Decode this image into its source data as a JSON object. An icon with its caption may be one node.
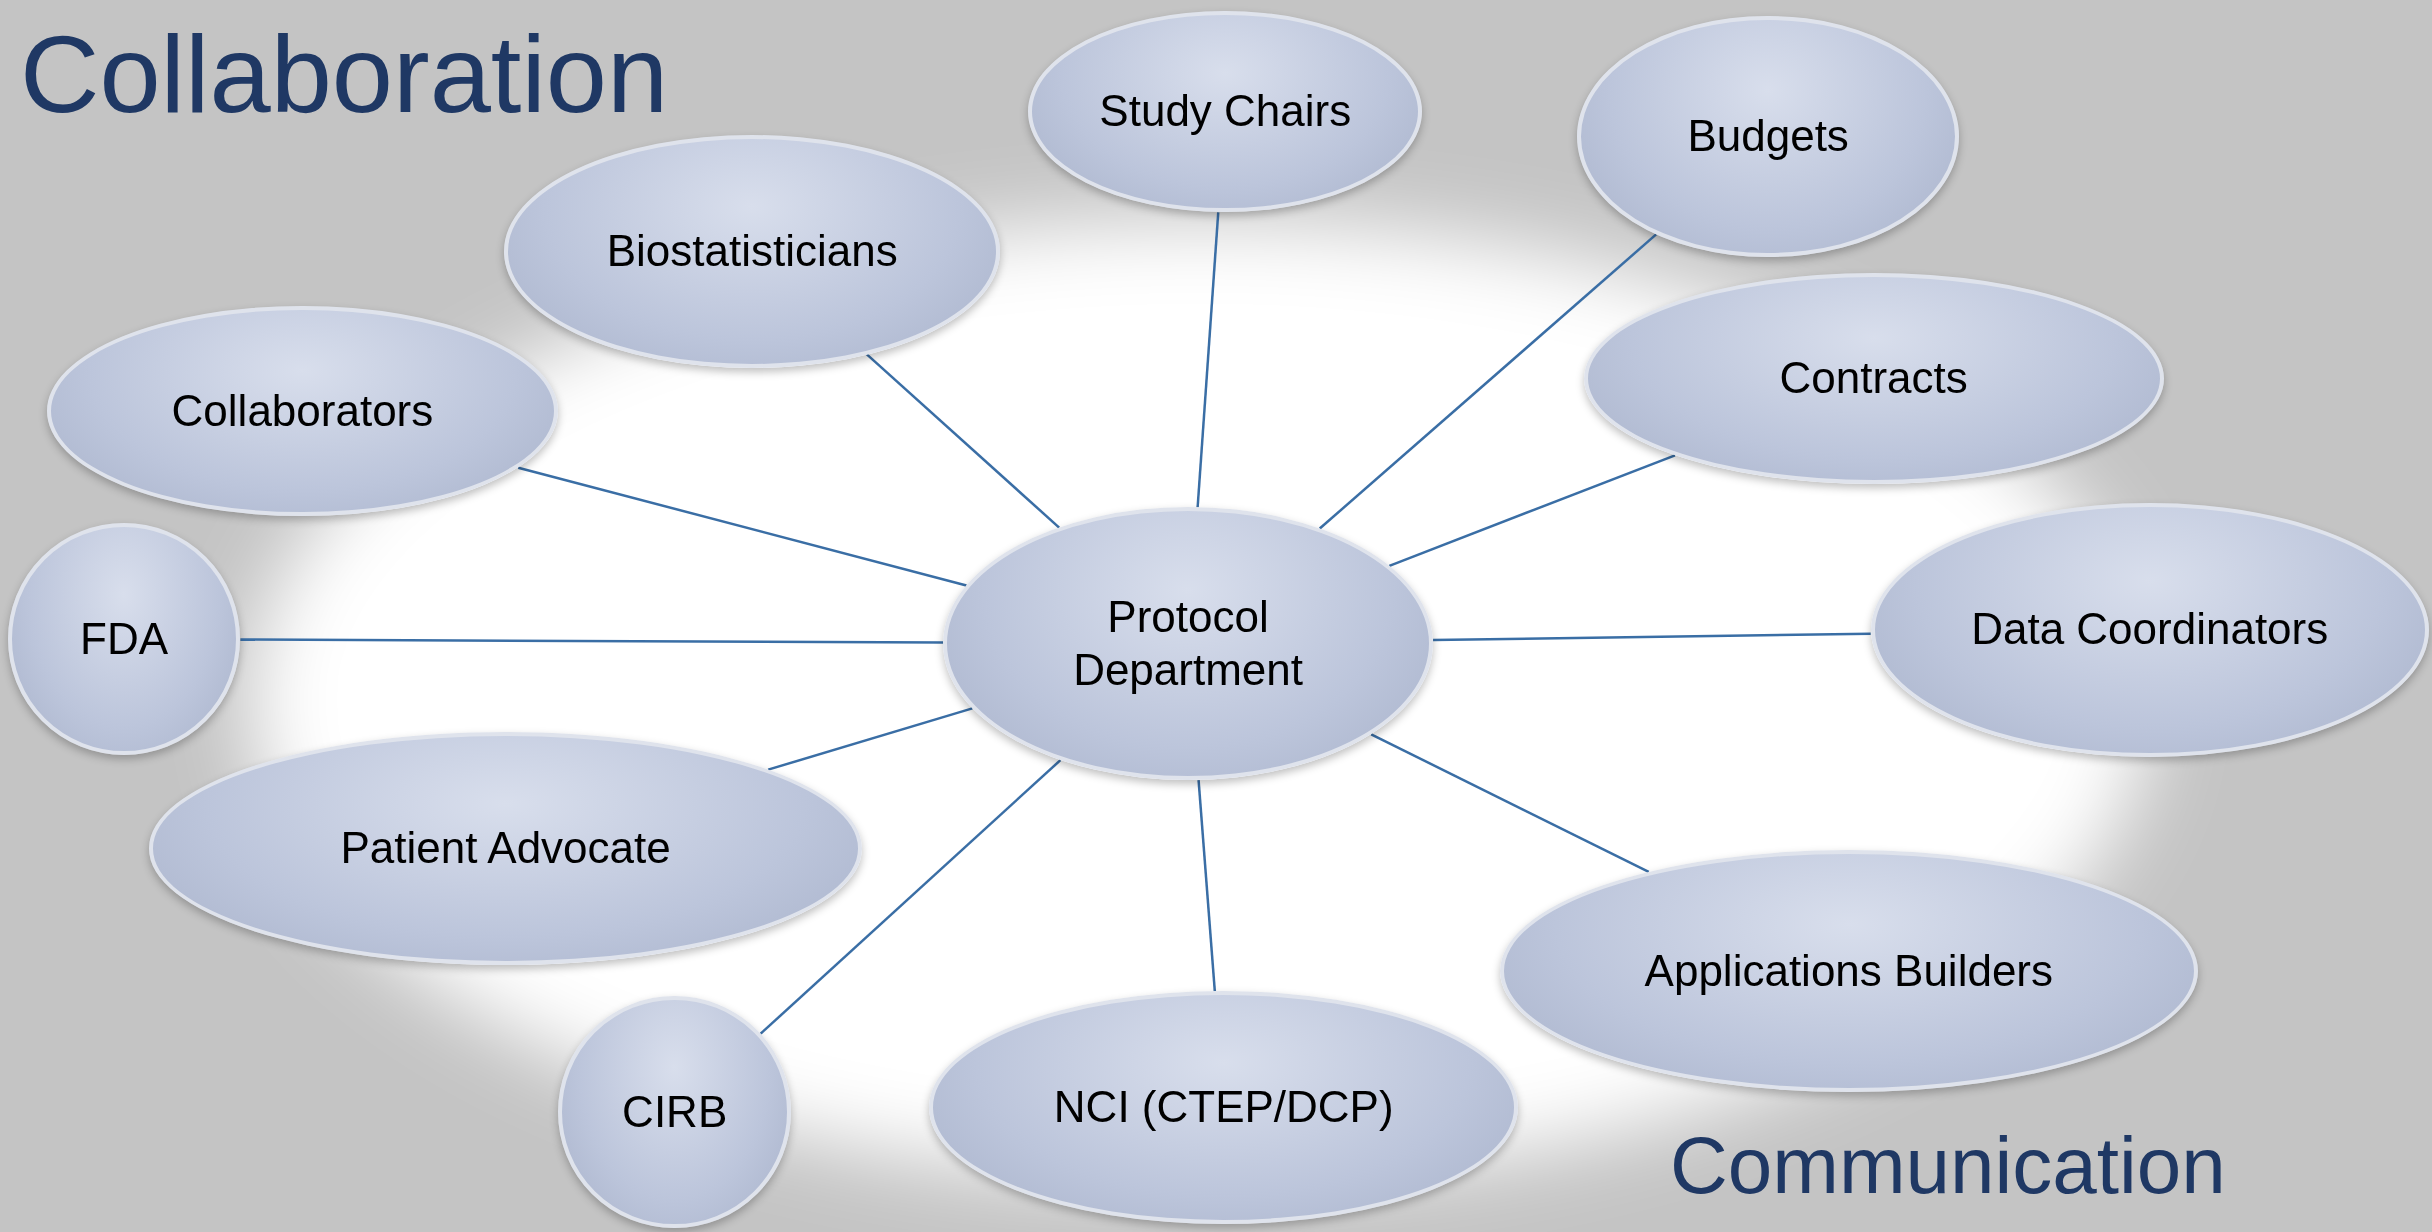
{
  "diagram": {
    "title": "Collaboration",
    "nodes": [
      {
        "text": [
          "Protocol Department"
        ]
      },
      {
        "text": [
          "Study Chairs"
        ]
      },
      {
        "text": [
          "Budgets"
        ]
      },
      {
        "text": [
          "Biostatisticians"
        ]
      },
      {
        "text": [
          "Contracts"
        ]
      },
      {
        "text": [
          "Collaborators"
        ]
      },
      {
        "text": [
          "FDA"
        ]
      },
      {
        "text": [
          "Data Coordinators"
        ]
      },
      {
        "text": [
          "Patient Advocate"
        ]
      },
      {
        "text": [
          "Applications Builders"
        ]
      },
      {
        "text": [
          "CIRB"
        ]
      },
      {
        "text": [
          "NCI (CTEP/DCP)"
        ]
      }
    ],
    "edges": [
      {
        "from": 0,
        "to": 1,
        "arrow": "none"
      },
      {
        "from": 0,
        "to": 2,
        "arrow": "none"
      },
      {
        "from": 0,
        "to": 3,
        "arrow": "none"
      },
      {
        "from": 0,
        "to": 4,
        "arrow": "none"
      },
      {
        "from": 0,
        "to": 5,
        "arrow": "none"
      },
      {
        "from": 0,
        "to": 6,
        "arrow": "none"
      },
      {
        "from": 0,
        "to": 7,
        "arrow": "none"
      },
      {
        "from": 0,
        "to": 8,
        "arrow": "none"
      },
      {
        "from": 0,
        "to": 9,
        "arrow": "none"
      },
      {
        "from": 0,
        "to": 10,
        "arrow": "none"
      },
      {
        "from": 0,
        "to": 11,
        "arrow": "none"
      }
    ],
    "labels": [
      "Communication"
    ]
  }
}
